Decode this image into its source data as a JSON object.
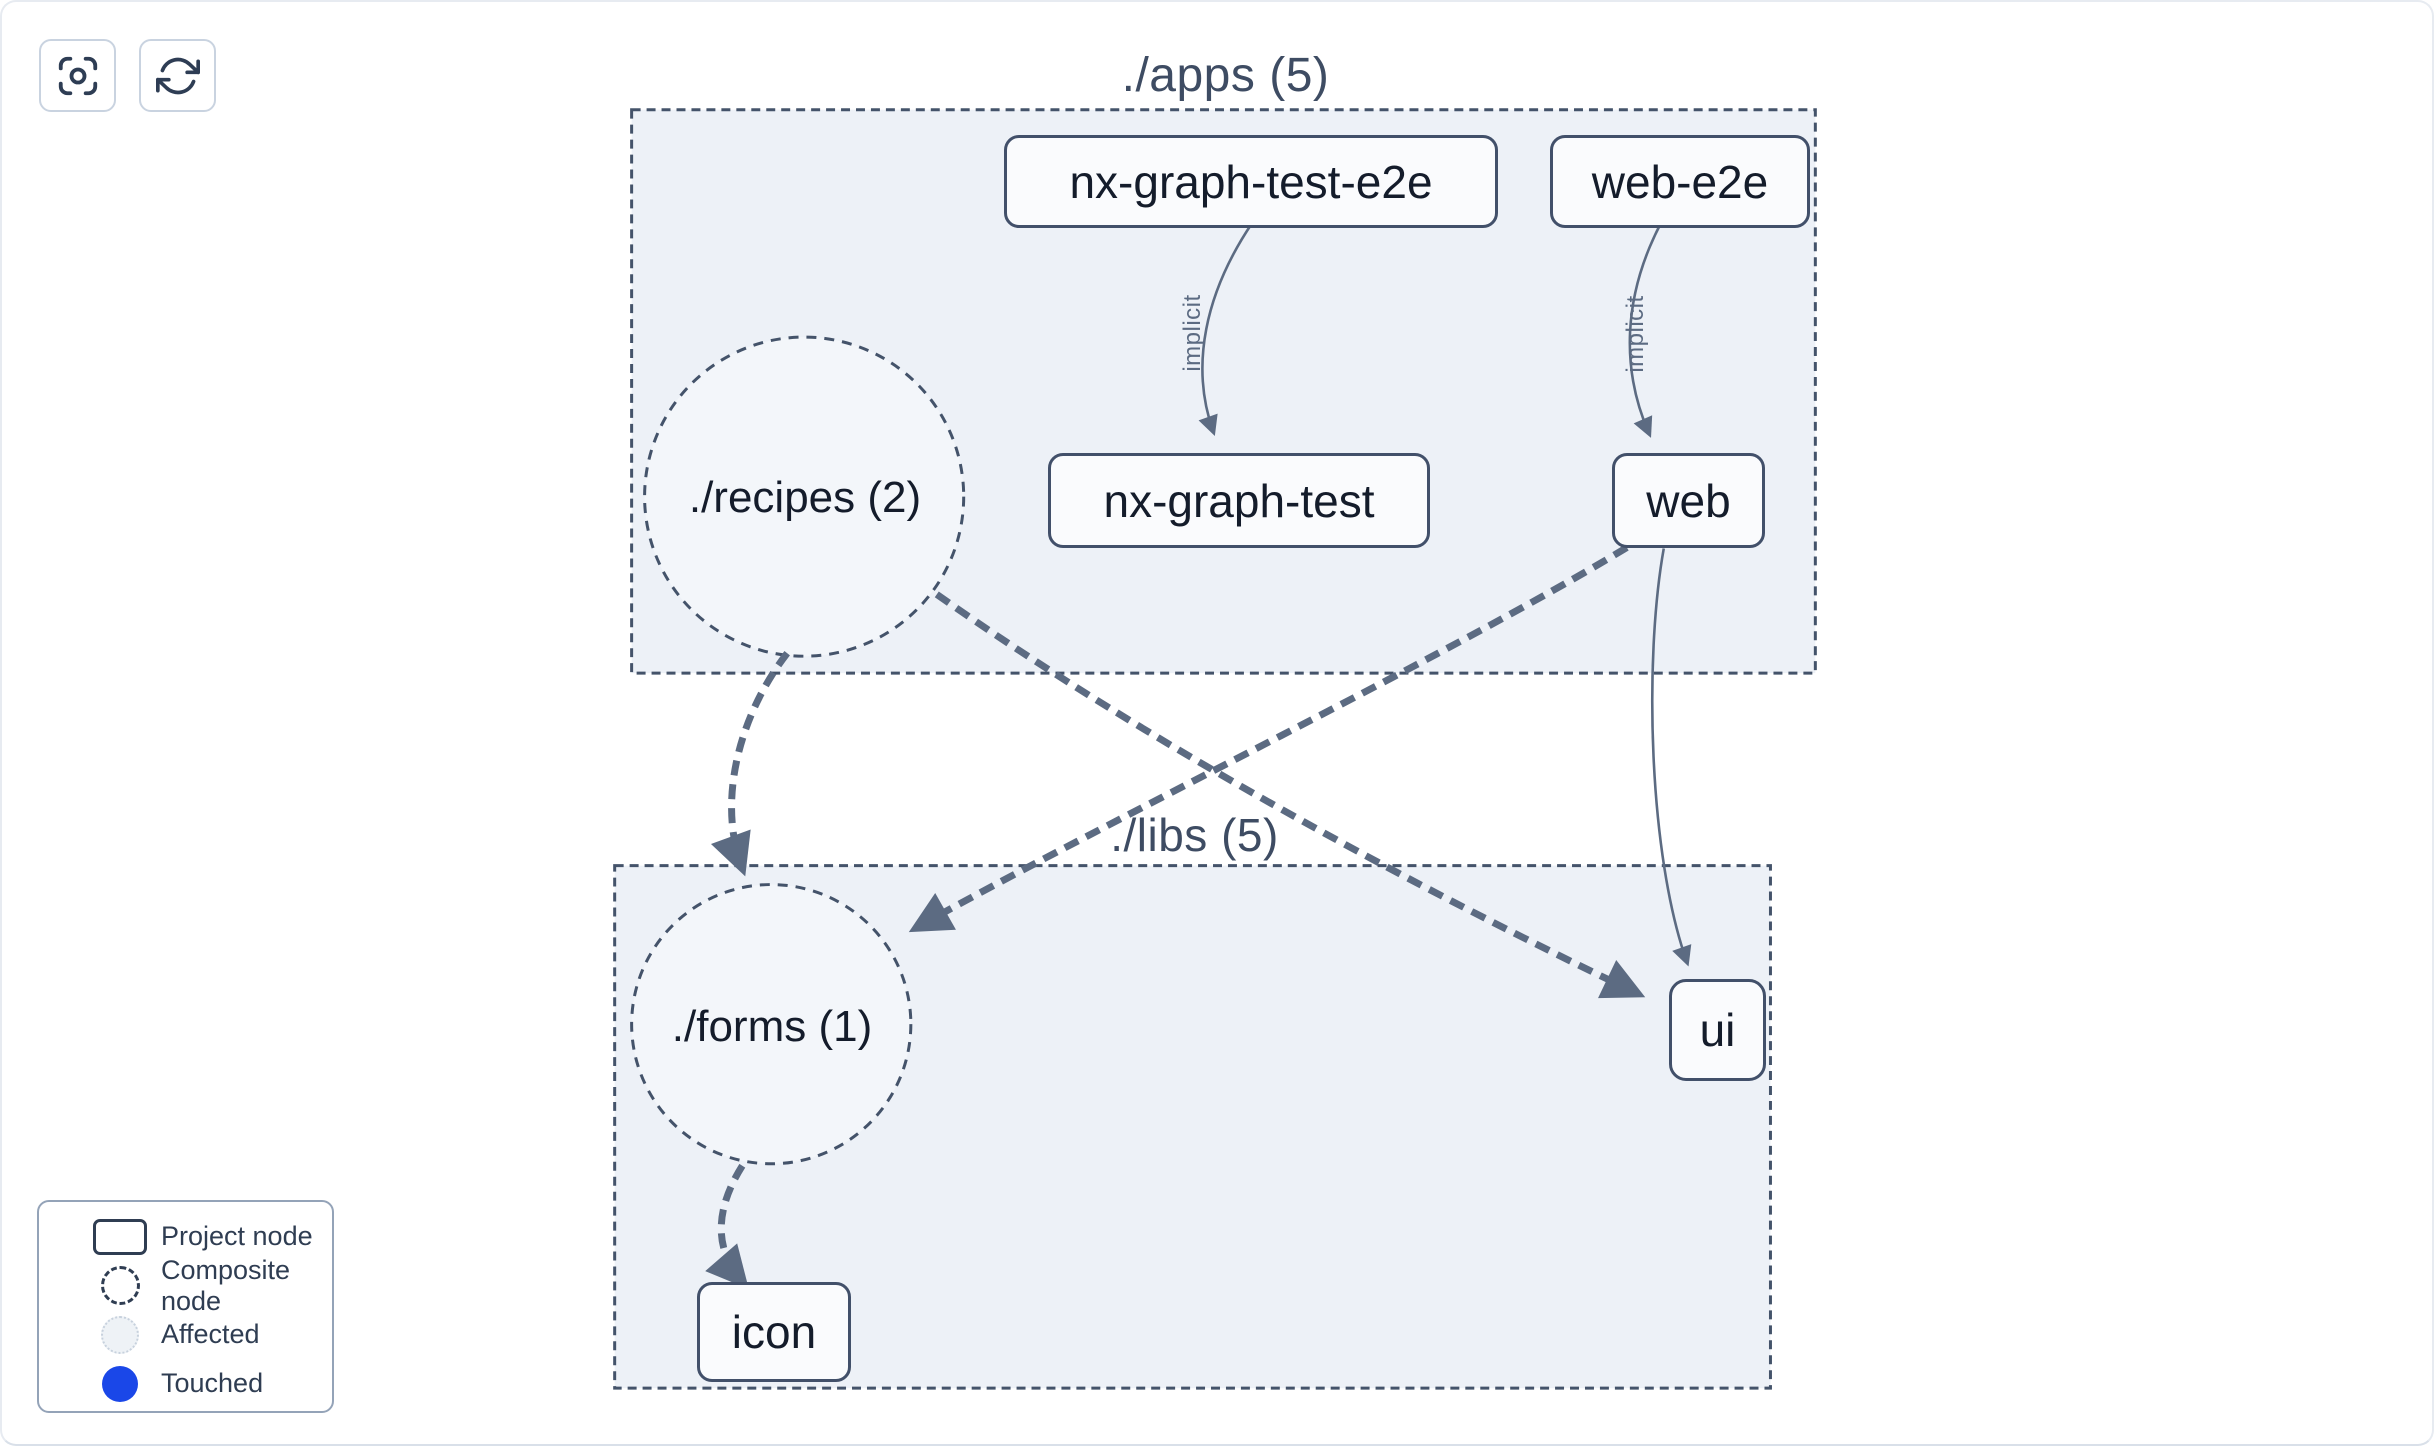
{
  "toolbar": {
    "buttons": [
      {
        "name": "center-graph"
      },
      {
        "name": "refresh-graph"
      }
    ]
  },
  "graph": {
    "groups": [
      {
        "id": "apps",
        "label": "./apps (5)"
      },
      {
        "id": "libs",
        "label": "./libs (5)"
      }
    ],
    "composite_nodes": [
      {
        "id": "recipes",
        "label": "./recipes (2)",
        "group": "apps"
      },
      {
        "id": "forms",
        "label": "./forms (1)",
        "group": "libs"
      }
    ],
    "project_nodes": [
      {
        "id": "nx-graph-test-e2e",
        "label": "nx-graph-test-e2e",
        "group": "apps"
      },
      {
        "id": "web-e2e",
        "label": "web-e2e",
        "group": "apps"
      },
      {
        "id": "nx-graph-test",
        "label": "nx-graph-test",
        "group": "apps"
      },
      {
        "id": "web",
        "label": "web",
        "group": "apps"
      },
      {
        "id": "ui",
        "label": "ui",
        "group": "libs"
      },
      {
        "id": "icon",
        "label": "icon",
        "group": "libs"
      }
    ],
    "edges": [
      {
        "from": "nx-graph-test-e2e",
        "to": "nx-graph-test",
        "label": "implicit",
        "style": "solid-thin"
      },
      {
        "from": "web-e2e",
        "to": "web",
        "label": "implicit",
        "style": "solid-thin"
      },
      {
        "from": "recipes",
        "to": "forms",
        "style": "dashed-thick"
      },
      {
        "from": "recipes",
        "to": "ui",
        "style": "dashed-thick"
      },
      {
        "from": "web",
        "to": "forms",
        "style": "dashed-thick"
      },
      {
        "from": "web",
        "to": "ui",
        "style": "solid-thin"
      },
      {
        "from": "forms",
        "to": "icon",
        "style": "dashed-thick"
      }
    ]
  },
  "legend": {
    "items": [
      {
        "label": "Project node",
        "swatch": "project-node"
      },
      {
        "label": "Composite node",
        "swatch": "composite-node"
      },
      {
        "label": "Affected",
        "swatch": "affected"
      },
      {
        "label": "Touched",
        "swatch": "touched"
      }
    ]
  },
  "colors": {
    "edge": "#5c6b82",
    "group_fill": "#edf1f7",
    "group_border": "#44536a",
    "composite_fill": "#f3f6fa",
    "node_border": "#42506a",
    "affected_fill": "#eef2f6",
    "touched_blue": "#1a47e8"
  }
}
